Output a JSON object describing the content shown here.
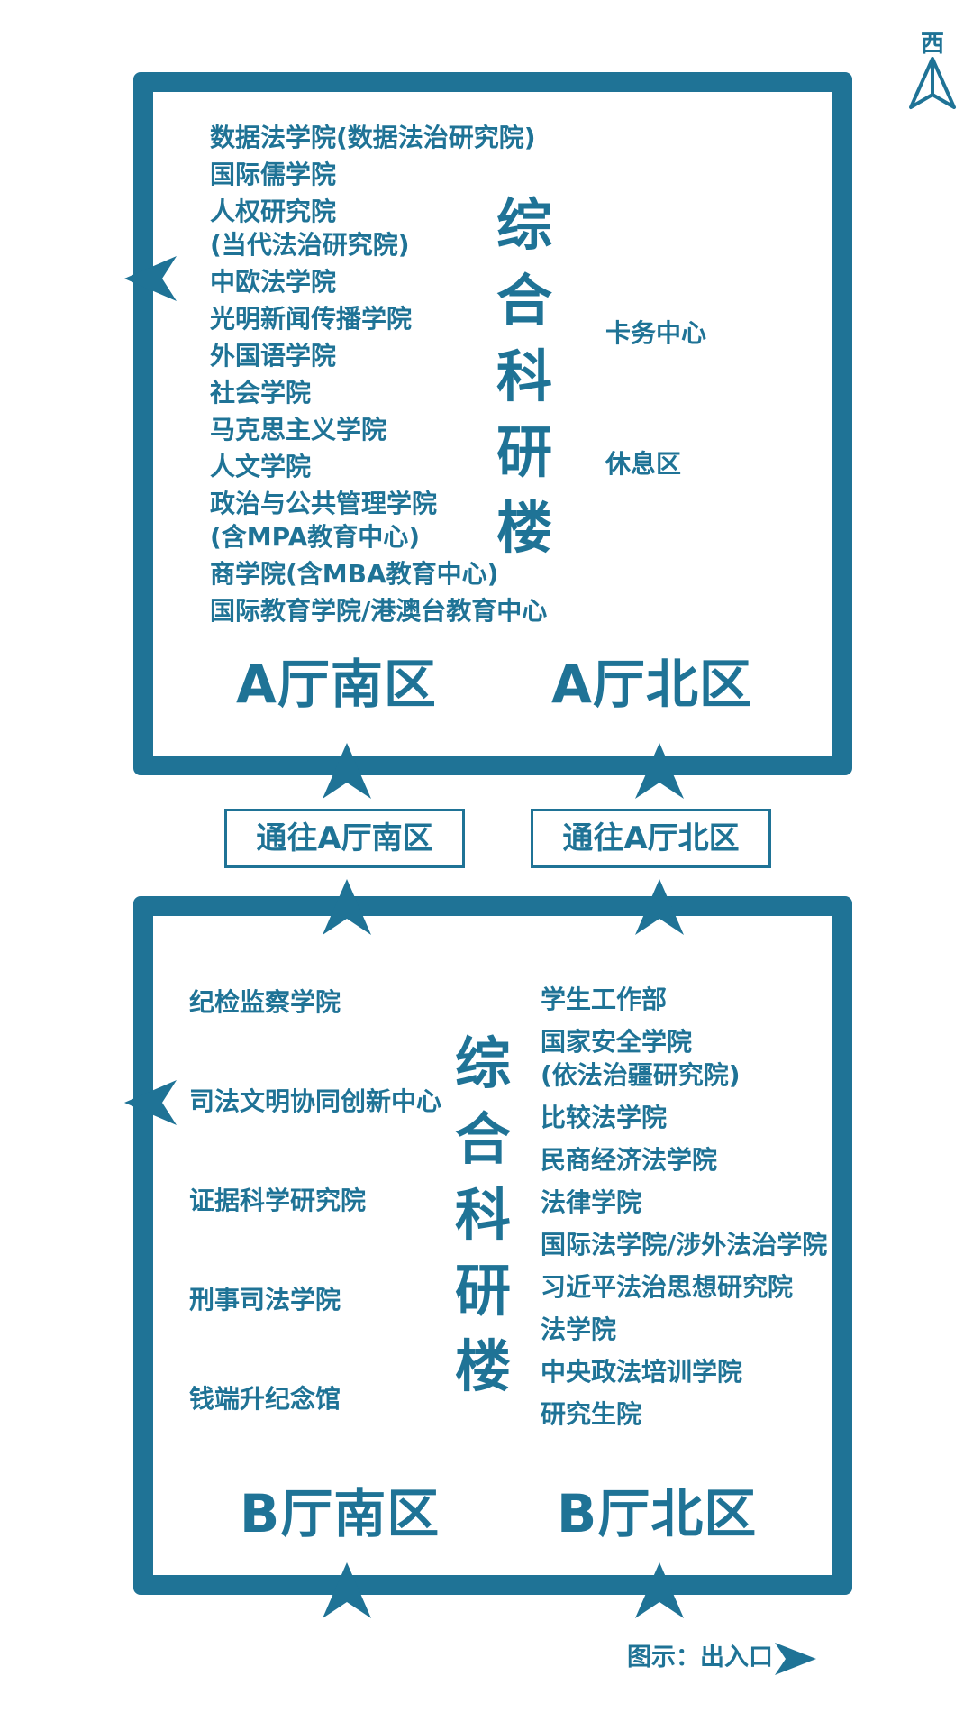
{
  "compass": {
    "label": "西"
  },
  "legend": {
    "text": "图示：出入口"
  },
  "colors": {
    "primary": "#1f7396",
    "background": "#ffffff"
  },
  "building_a": {
    "title": "综合科研楼",
    "units": [
      "数据法学院(数据法治研究院)",
      "国际儒学院",
      "人权研究院\n(当代法治研究院)",
      "中欧法学院",
      "光明新闻传播学院",
      "外国语学院",
      "社会学院",
      "马克思主义学院",
      "人文学院",
      "政治与公共管理学院\n(含MPA教育中心)",
      "商学院(含MBA教育中心)",
      "国际教育学院/港澳台教育中心"
    ],
    "card_center": "卡务中心",
    "rest_area": "休息区",
    "hall_south": "A厅南区",
    "hall_north": "A厅北区"
  },
  "routes": {
    "to_a_south": "通往A厅南区",
    "to_a_north": "通往A厅北区"
  },
  "building_b": {
    "title": "综合科研楼",
    "south_units": [
      "纪检监察学院",
      "司法文明协同创新中心",
      "证据科学研究院",
      "刑事司法学院",
      "钱端升纪念馆"
    ],
    "north_units": [
      "学生工作部",
      "国家安全学院\n(依法治疆研究院)",
      "比较法学院",
      "民商经济法学院",
      "法律学院",
      "国际法学院/涉外法治学院",
      "习近平法治思想研究院",
      "法学院",
      "中央政法培训学院",
      "研究生院"
    ],
    "hall_south": "B厅南区",
    "hall_north": "B厅北区"
  }
}
